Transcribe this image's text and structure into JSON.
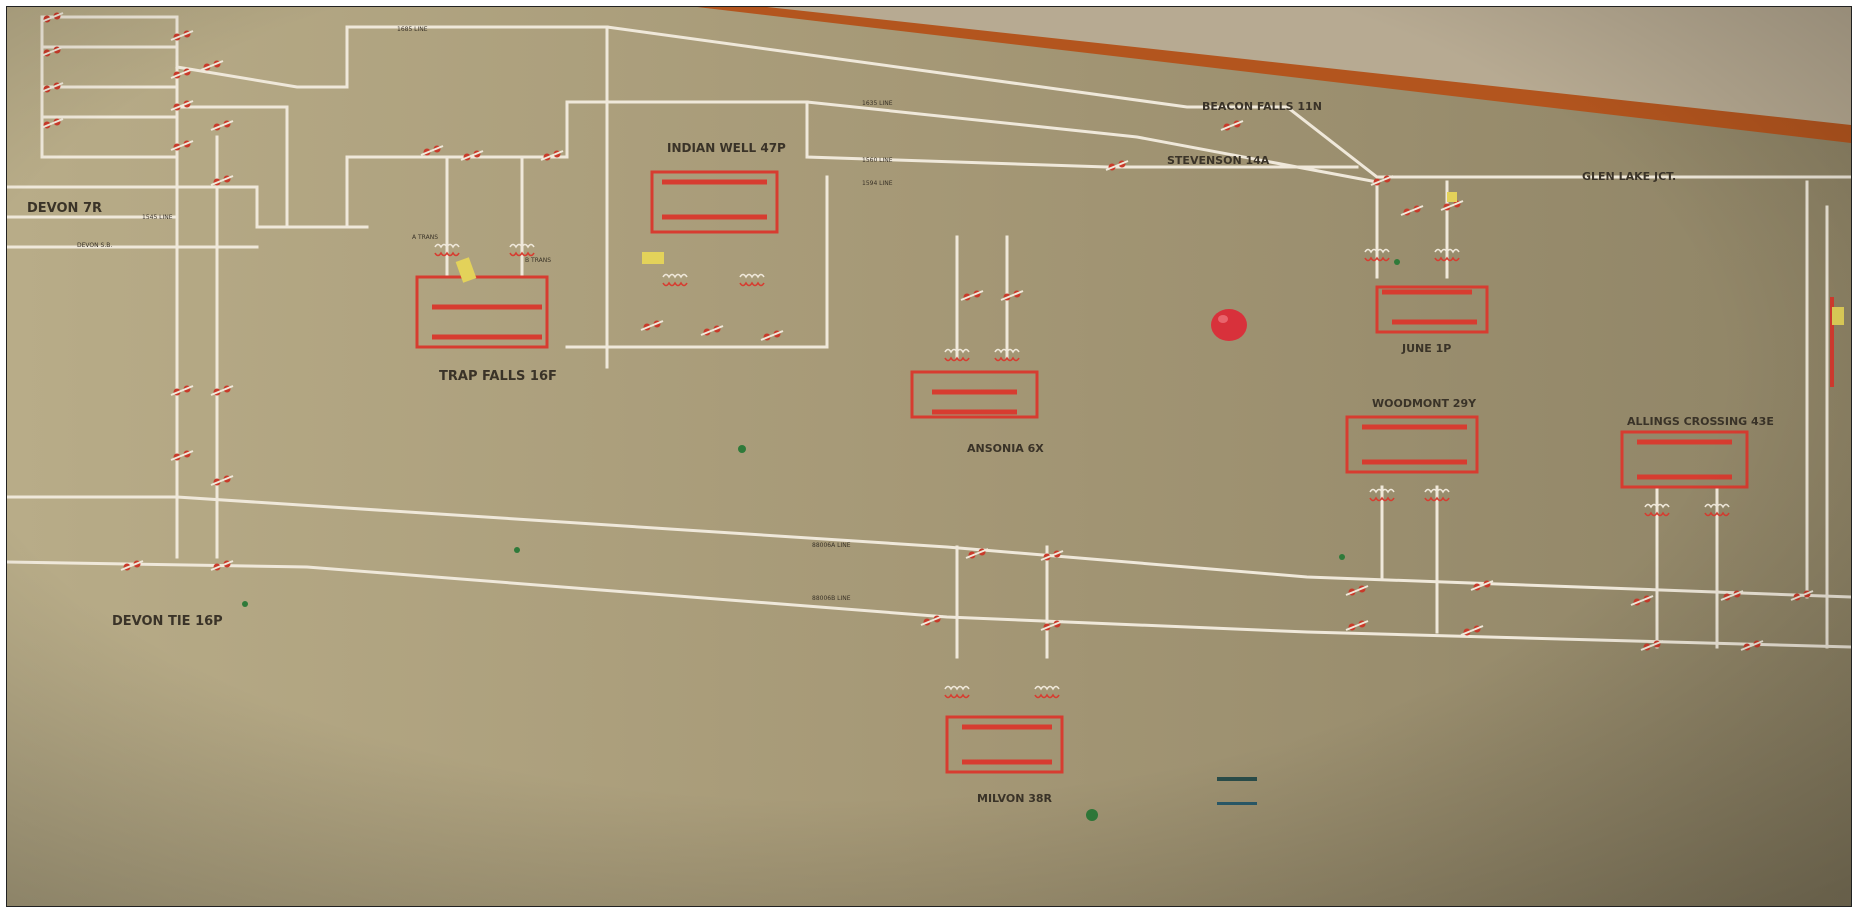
{
  "photo": {
    "subject": "",
    "colors": {
      "board": "#a89b79",
      "ceiling": "#b7aa92",
      "trim": "#b3551e",
      "line": "#efe8da",
      "bus": "#d73c30",
      "label": "#3a3328",
      "lamp": "#c93a2a"
    }
  },
  "labels": {
    "devon_7r": "DEVON 7R",
    "devon_tie": "DEVON TIE 16P",
    "trap_falls": "TRAP FALLS 16F",
    "indian_well": "INDIAN WELL 47P",
    "ansonia": "ANSONIA 6X",
    "beacon_falls": "BEACON FALLS 11N",
    "stevenson": "STEVENSON 14A",
    "glen_lake": "GLEN LAKE JCT.",
    "june": "JUNE 1P",
    "woodmont": "WOODMONT 29Y",
    "allings": "ALLINGS CROSSING 43E",
    "milvon": "MILVON 38R"
  },
  "small_labels": {
    "line_1685": "1685 LINE",
    "line_1635": "1635 LINE",
    "line_1560": "1560 LINE",
    "line_1594": "1594 LINE",
    "line_1545": "1545 LINE",
    "devon_sb": "DEVON S.B.",
    "line_88006a": "88006A LINE",
    "line_88006b": "88006B LINE",
    "trans_a": "A TRANS",
    "trans_b": "B TRANS"
  }
}
